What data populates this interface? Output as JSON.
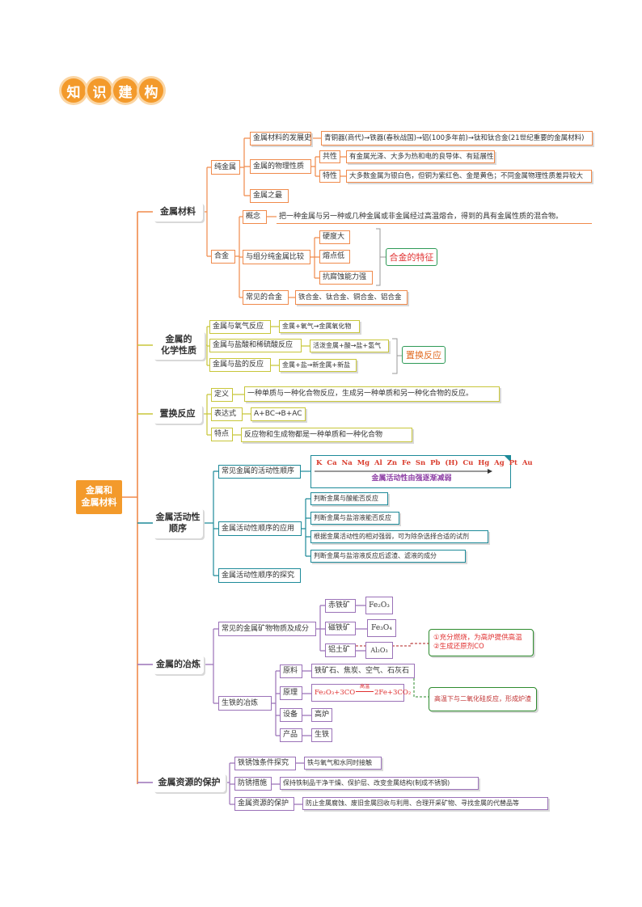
{
  "header": {
    "title_chars": [
      "知",
      "识",
      "建",
      "构"
    ]
  },
  "root": {
    "label": "金属和\n金属材料"
  },
  "colors": {
    "orange": "#f08a4b",
    "purple": "#8e3fa5",
    "yellow": "#c8c63a",
    "teal": "#1d8a99",
    "lavender": "#9b72b8",
    "red": "#e03030",
    "green": "#2e8b2e",
    "title_bubble": "#f39a2b"
  },
  "materials": {
    "label": "金属材料",
    "pure": {
      "label": "纯金属",
      "history": {
        "label": "金属材料的发展史",
        "value": "青铜器(商代)→铁器(春秋战国)→铝(100多年前)→钛和钛合金(21世纪重要的金属材料)"
      },
      "physical": {
        "label": "金属的物理性质",
        "common_label": "共性",
        "common_value": "有金属光泽、大多为热和电的良导体、有延展性",
        "special_label": "特性",
        "special_value": "大多数金属为银白色，但铜为紫红色、金是黄色；不同金属物理性质差异较大"
      },
      "best": {
        "label": "金属之最"
      }
    },
    "alloy": {
      "label": "合金",
      "concept_label": "概念",
      "concept_value": "把一种金属与另一种或几种金属或非金属经过高温熔合，得到的具有金属性质的混合物。",
      "compare_label": "与组分纯金属比较",
      "traits": [
        "硬度大",
        "熔点低",
        "抗腐蚀能力强"
      ],
      "traits_title": "合金的特征",
      "common_label": "常见的合金",
      "common_value": "铁合金、钛合金、铜合金、铝合金"
    }
  },
  "chemical": {
    "label": "金属的\n化学性质",
    "oxygen": {
      "label": "金属与氧气反应",
      "value": "金属+氧气→金属氧化物"
    },
    "acid": {
      "label": "金属与盐酸和稀硫酸反应",
      "value": "活泼金属+酸→盐+氢气"
    },
    "salt": {
      "label": "金属与盐的反应",
      "value": "金属+盐→新金属+新盐"
    },
    "summary": "置换反应"
  },
  "displacement": {
    "label": "置换反应",
    "definition_label": "定义",
    "definition_value": "一种单质与一种化合物反应，生成另一种单质和另一种化合物的反应。",
    "expression_label": "表达式",
    "expression_value": "A+BC→B+AC",
    "feature_label": "特点",
    "feature_value": "反应物和生成物都是一种单质和一种化合物"
  },
  "activity": {
    "label": "金属活动性\n顺序",
    "order": {
      "label": "常见金属的活动性顺序",
      "series": "K  Ca  Na  Mg  Al  Zn  Fe  Sn  Pb  (H)  Cu  Hg  Ag  Pt  Au",
      "caption": "金属活动性由强逐渐减弱"
    },
    "application": {
      "label": "金属活动性顺序的应用",
      "items": [
        "判断金属与酸能否反应",
        "判断金属与盐溶液能否反应",
        "根据金属活动性的相对强弱，可为除杂选择合适的试剂",
        "判断金属与盐溶液反应后滤渣、滤液的成分"
      ]
    },
    "explore": {
      "label": "金属活动性顺序的探究"
    }
  },
  "smelting": {
    "label": "金属的冶炼",
    "ores": {
      "label": "常见的金属矿物物质及成分",
      "items": [
        {
          "name": "赤铁矿",
          "formula": "Fe₂O₃"
        },
        {
          "name": "磁铁矿",
          "formula": "Fe₃O₄"
        },
        {
          "name": "铝土矿",
          "formula": "Al₂O₃"
        }
      ]
    },
    "note_red": "①充分燃烧，为高炉提供高温\n②生成还原剂CO",
    "iron": {
      "label": "生铁的冶炼",
      "raw_label": "原料",
      "raw_value": "铁矿石、焦炭、空气、石灰石",
      "principle_label": "原理",
      "principle_left": "Fe₂O₃+3CO",
      "principle_cond": "高温",
      "principle_right": "2Fe+3CO₂",
      "device_label": "设备",
      "device_value": "高炉",
      "product_label": "产品",
      "product_value": "生铁"
    },
    "note_green": "高温下与二氧化硅反应，形成炉渣"
  },
  "protection": {
    "label": "金属资源的保护",
    "rust": {
      "label": "铁锈蚀条件探究",
      "value": "铁与氧气和水同时接触"
    },
    "prevent": {
      "label": "防锈措施",
      "value": "保持铁制品干净干燥、保护层、改变金属结构(制成不锈钢)"
    },
    "protect": {
      "label": "金属资源的保护",
      "value": "防止金属腐蚀、废旧金属回收与利用、合理开采矿物、寻找金属的代替品等"
    }
  }
}
